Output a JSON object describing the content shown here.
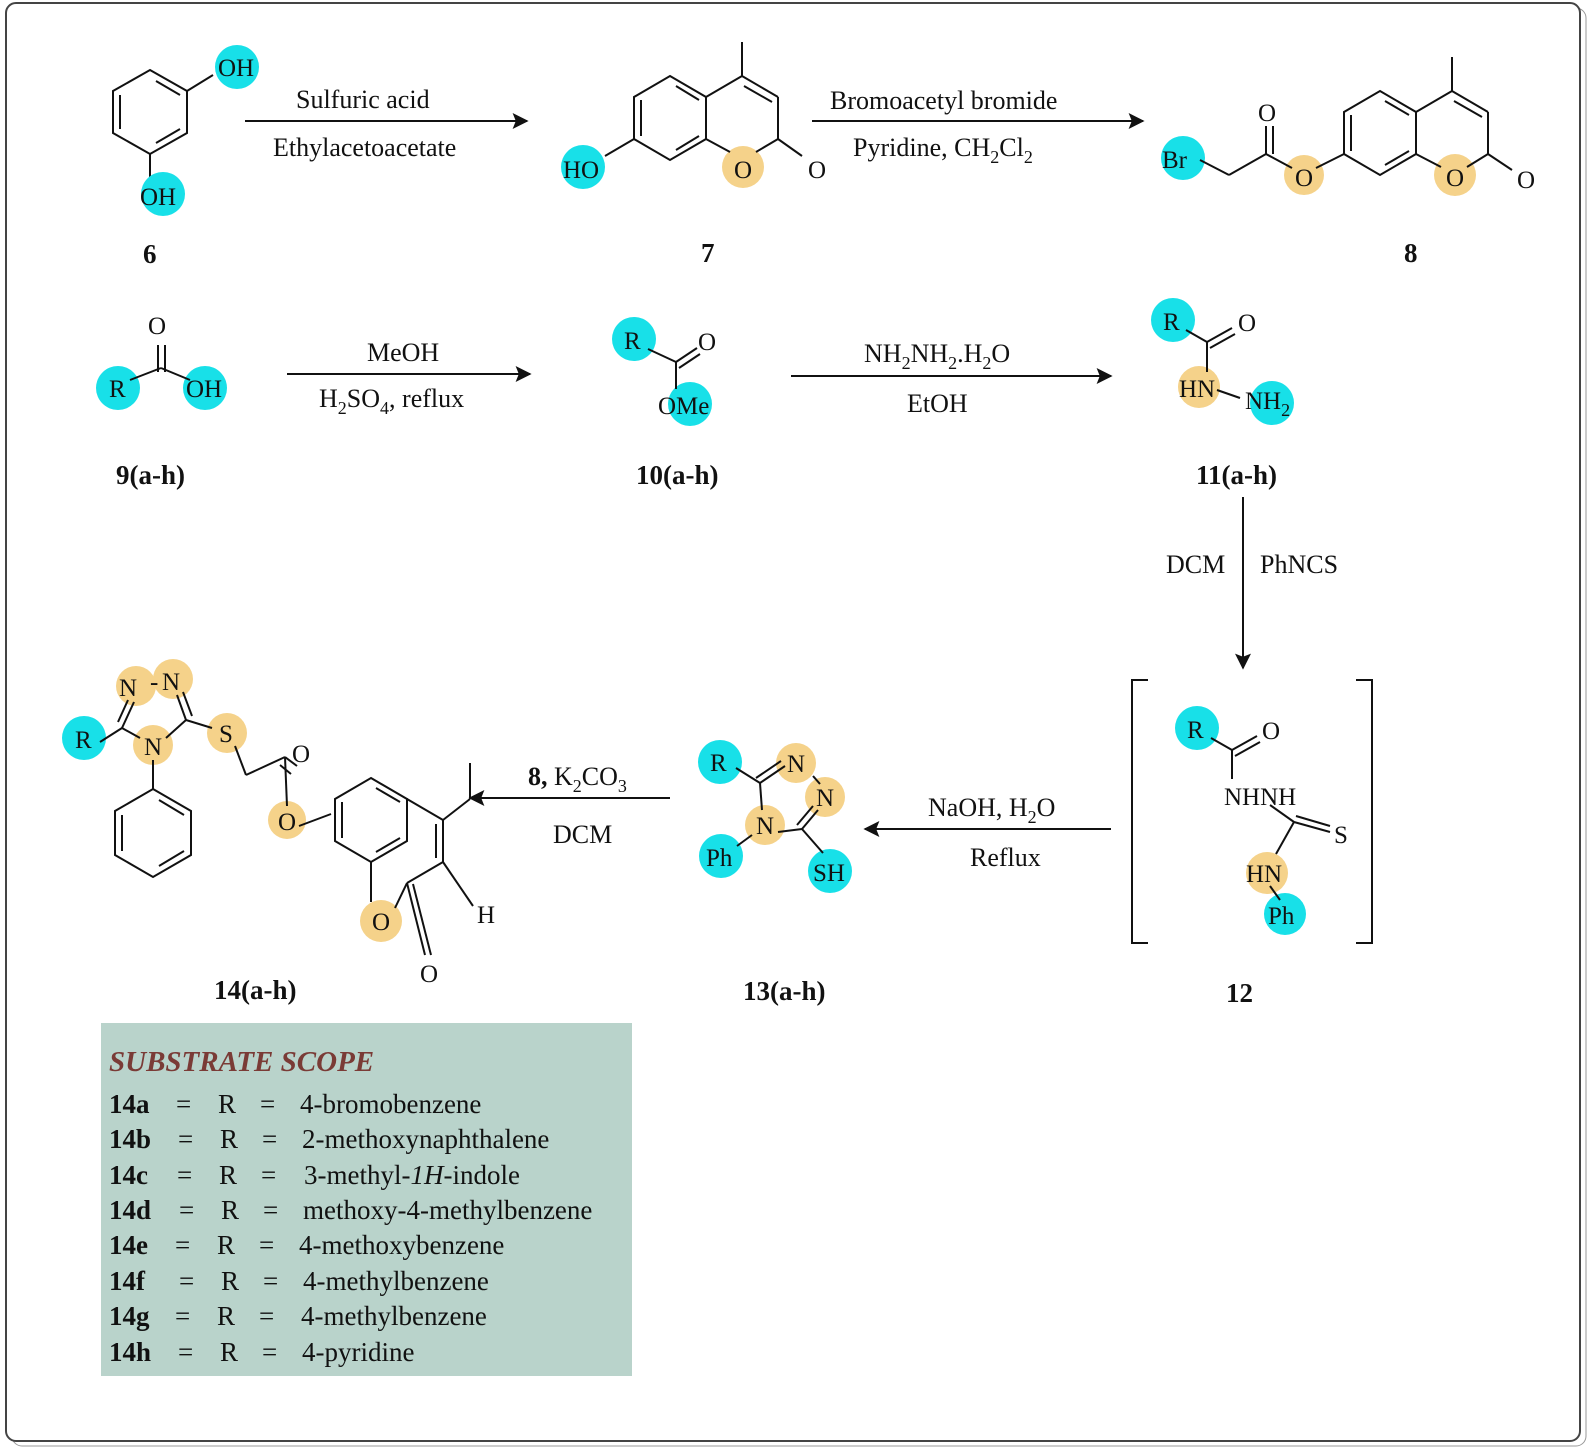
{
  "colors": {
    "highlight_blue": "#18e0e8",
    "highlight_gold": "#f5d28a",
    "scope_box": "#b9d3cb",
    "scope_title": "#7a3b36",
    "frame": "#444444"
  },
  "compounds": {
    "c6": {
      "label": "6",
      "atoms": {
        "oh1": "OH",
        "oh2": "OH"
      }
    },
    "c7": {
      "label": "7",
      "atoms": {
        "ho": "HO",
        "o_ring": "O",
        "o_keto": "O"
      }
    },
    "c8": {
      "label": "8",
      "atoms": {
        "br": "Br",
        "o_carbonyl": "O",
        "o_ester": "O",
        "o_ring": "O",
        "o_keto": "O"
      }
    },
    "c9": {
      "label_num": "9",
      "label_suffix": "(a-h)",
      "atoms": {
        "o": "O",
        "r": "R",
        "oh": "OH"
      }
    },
    "c10": {
      "label_num": "10",
      "label_suffix": "(a-h)",
      "atoms": {
        "r": "R",
        "o": "O",
        "ome": "OMe"
      }
    },
    "c11": {
      "label_num": "11",
      "label_suffix": "(a-h)",
      "atoms": {
        "r": "R",
        "o": "O",
        "hn": "HN",
        "nh2": "NH",
        "sub2": "2"
      }
    },
    "c12": {
      "label": "12",
      "atoms": {
        "r": "R",
        "o": "O",
        "nhnh": "NHNH",
        "s": "S",
        "hn": "HN",
        "ph": "Ph"
      }
    },
    "c13": {
      "label_num": "13",
      "label_suffix": "(a-h)",
      "atoms": {
        "r": "R",
        "n1": "N",
        "n2": "N",
        "n4": "N",
        "ph": "Ph",
        "sh": "SH"
      }
    },
    "c14": {
      "label_num": "14",
      "label_suffix": "(a-h)",
      "atoms": {
        "n1": "N",
        "n2": "N",
        "dash": "-",
        "r": "R",
        "n4": "N",
        "s": "S",
        "o_carbonyl": "O",
        "o_ester": "O",
        "o_ring": "O",
        "o_keto": "O",
        "h": "H"
      }
    }
  },
  "conditions": {
    "step1": {
      "top": "Sulfuric acid",
      "bottom": "Ethylacetoacetate"
    },
    "step2": {
      "top": "Bromoacetyl bromide",
      "bottom_a": "Pyridine, CH",
      "sub_a": "2",
      "bottom_b": "Cl",
      "sub_b": "2"
    },
    "step3": {
      "top": "MeOH",
      "bottom_a": "H",
      "sub_a": "2",
      "bottom_b": "SO",
      "sub_b": "4",
      "bottom_c": ", reflux"
    },
    "step4": {
      "top_a": "NH",
      "sub_a": "2",
      "top_b": "NH",
      "sub_b": "2",
      "top_c": ".H",
      "sub_c": "2",
      "top_d": "O",
      "bottom": "EtOH"
    },
    "step5": {
      "left": "DCM",
      "right": "PhNCS"
    },
    "step6": {
      "top_a": "NaOH, H",
      "sub_a": "2",
      "top_b": "O",
      "bottom": "Reflux"
    },
    "step7": {
      "top_bold": "8,",
      "top_a": " K",
      "sub_a": "2",
      "top_b": "CO",
      "sub_b": "3",
      "bottom": "DCM"
    }
  },
  "substrate_scope": {
    "title": "SUBSTRATE SCOPE",
    "rows": [
      {
        "code": "14a",
        "eq1": "=",
        "r": "R",
        "eq2": "=",
        "value": "4-bromobenzene"
      },
      {
        "code": "14b",
        "eq1": "=",
        "r": "R",
        "eq2": "=",
        "value": "2-methoxynaphthalene"
      },
      {
        "code": "14c",
        "eq1": "=",
        "r": "R",
        "eq2": "=",
        "value_a": "3-methyl-",
        "value_i": "1H",
        "value_b": "-indole"
      },
      {
        "code": "14d",
        "eq1": "=",
        "r": "R",
        "eq2": "=",
        "value": "methoxy-4-methylbenzene"
      },
      {
        "code": "14e",
        "eq1": "=",
        "r": "R",
        "eq2": "=",
        "value": "4-methoxybenzene"
      },
      {
        "code": "14f",
        "eq1": "=",
        "r": "R",
        "eq2": "=",
        "value": "4-methylbenzene"
      },
      {
        "code": "14g",
        "eq1": "=",
        "r": "R",
        "eq2": "=",
        "value": "4-methylbenzene"
      },
      {
        "code": "14h",
        "eq1": "=",
        "r": "R",
        "eq2": "=",
        "value": "4-pyridine"
      }
    ]
  }
}
